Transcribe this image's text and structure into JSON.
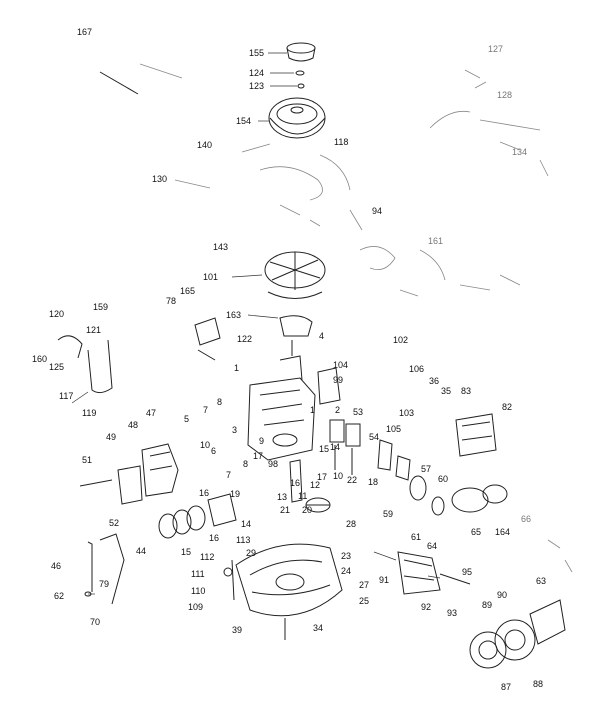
{
  "diagram": {
    "labels": [
      "167",
      "155",
      "124",
      "123",
      "127",
      "128",
      "154",
      "140",
      "118",
      "130",
      "134",
      "94",
      "143",
      "161",
      "101",
      "78",
      "165",
      "163",
      "120",
      "159",
      "121",
      "102",
      "160",
      "125",
      "122",
      "4",
      "104",
      "99",
      "106",
      "36",
      "35",
      "83",
      "1",
      "117",
      "119",
      "47",
      "5",
      "7",
      "8",
      "48",
      "53",
      "103",
      "82",
      "49",
      "105",
      "54",
      "10",
      "1",
      "2",
      "3",
      "9",
      "98",
      "17",
      "12",
      "18",
      "22",
      "57",
      "60",
      "51",
      "6",
      "8",
      "7",
      "16",
      "13",
      "21",
      "20",
      "11",
      "28",
      "59",
      "66",
      "65",
      "164",
      "52",
      "14",
      "113",
      "16",
      "15",
      "44",
      "112",
      "29",
      "23",
      "24",
      "27",
      "25",
      "61",
      "64",
      "95",
      "63",
      "46",
      "79",
      "111",
      "110",
      "109",
      "62",
      "70",
      "39",
      "34",
      "91",
      "92",
      "93",
      "89",
      "90",
      "87",
      "88",
      "19",
      "15",
      "10",
      "16",
      "17",
      "14"
    ]
  }
}
